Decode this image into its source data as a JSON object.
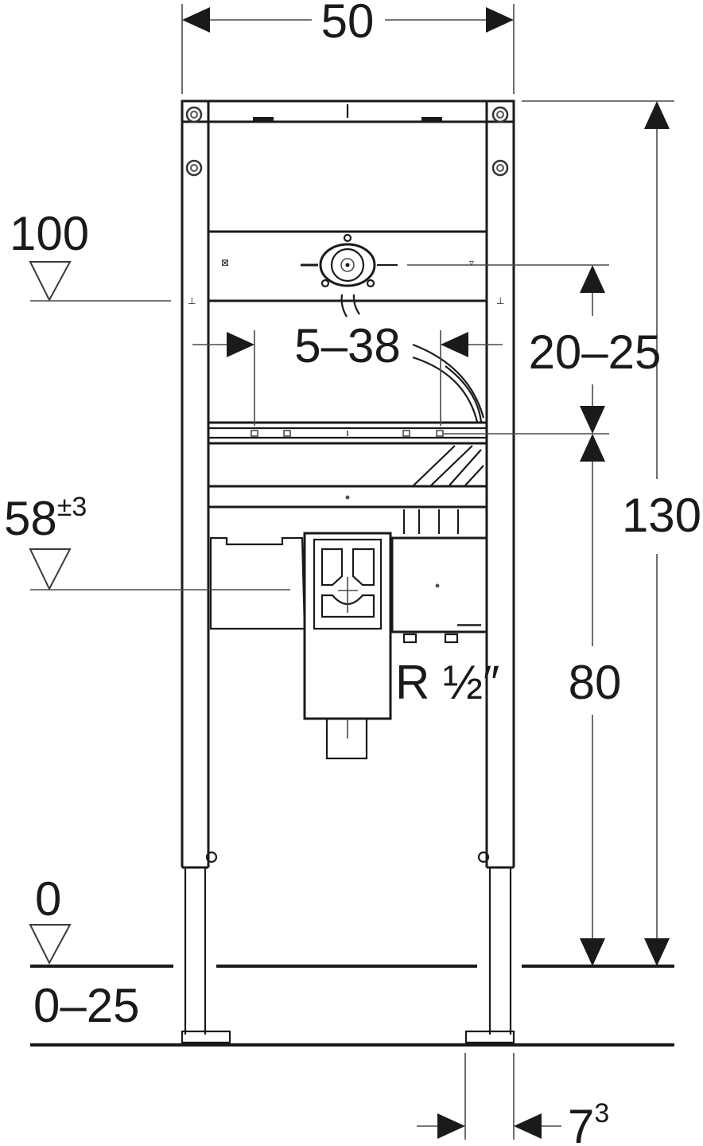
{
  "diagram": {
    "type": "technical-dimension-drawing",
    "subject": "installation frame front view",
    "colors": {
      "line": "#1a1a1a",
      "background": "#ffffff",
      "dimension_line": "#4a4a4a"
    },
    "dimensions": {
      "width": "50",
      "total_height": "130",
      "connection_height": "80",
      "box_offset": "20–25",
      "lateral_adjust": "5–38",
      "foot_offset_main": "7",
      "foot_offset_sup": "3"
    },
    "levels": {
      "upper": "100",
      "middle_main": "58",
      "middle_tolerance": "±3",
      "floor": "0",
      "floor_adjust": "0–25"
    },
    "labels": {
      "thread": "R ½″"
    }
  }
}
